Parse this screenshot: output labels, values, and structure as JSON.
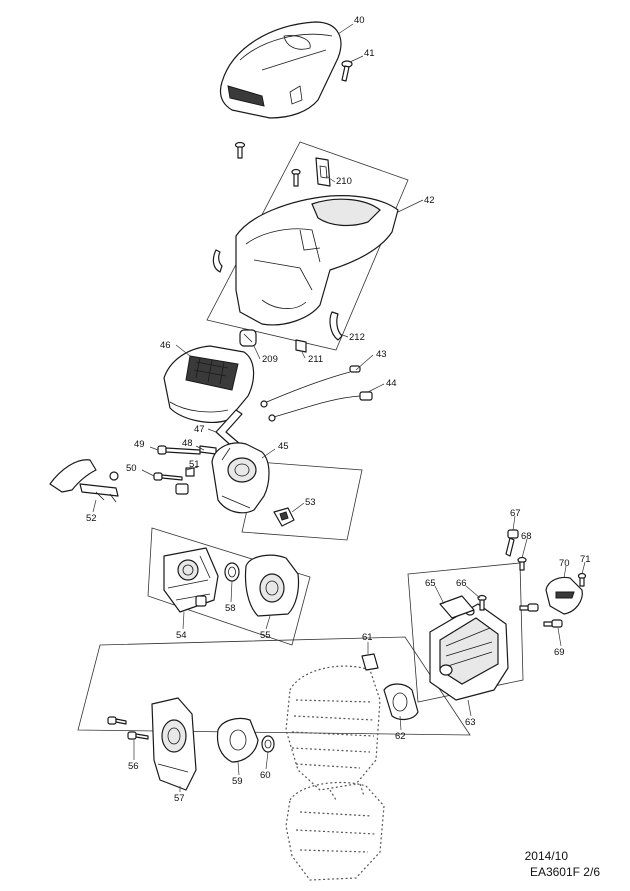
{
  "callouts": [
    "40",
    "41",
    "42",
    "210",
    "43",
    "44",
    "45",
    "46",
    "209",
    "211",
    "212",
    "47",
    "48",
    "49",
    "50",
    "51",
    "52",
    "53",
    "54",
    "55",
    "56",
    "57",
    "58",
    "59",
    "60",
    "61",
    "62",
    "63",
    "65",
    "66",
    "67",
    "68",
    "69",
    "70",
    "71"
  ],
  "footer": {
    "date": "2014/10",
    "code": "EA3601F 2/6"
  }
}
